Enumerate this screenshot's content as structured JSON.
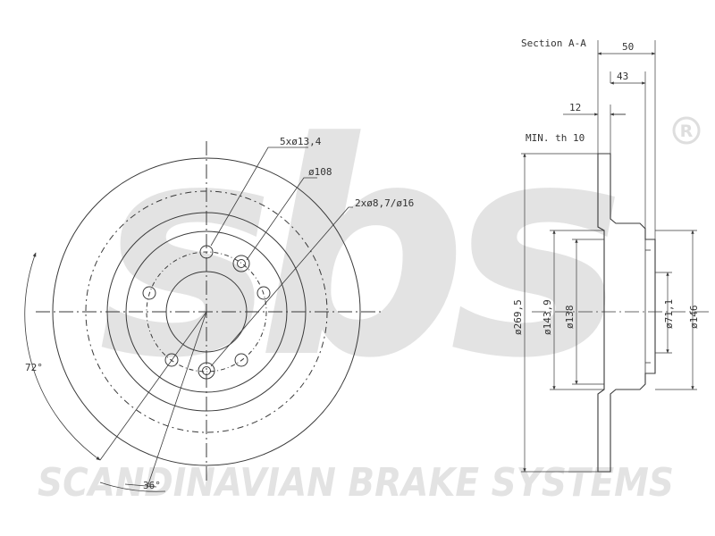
{
  "watermark": {
    "logo_text": "sbs",
    "registered_mark": "R",
    "company_name": "SCANDINAVIAN BRAKE SYSTEMS"
  },
  "front_view": {
    "bolt_holes": "5xø13,4",
    "pcd": "ø108",
    "secondary_holes": "2xø8,7/ø16",
    "angle_72": "72°",
    "angle_36": "36°"
  },
  "section_view": {
    "title": "Section A-A",
    "dim_50": "50",
    "dim_43": "43",
    "dim_12": "12",
    "min_thickness": "MIN. th 10",
    "dia_269_5": "ø269,5",
    "dia_143_9": "ø143,9",
    "dia_138": "ø138",
    "dia_71_1": "ø71,1",
    "dia_146": "ø146"
  },
  "colors": {
    "line": "#3a3a3a",
    "watermark": "#e3e3e3",
    "background": "#ffffff"
  }
}
